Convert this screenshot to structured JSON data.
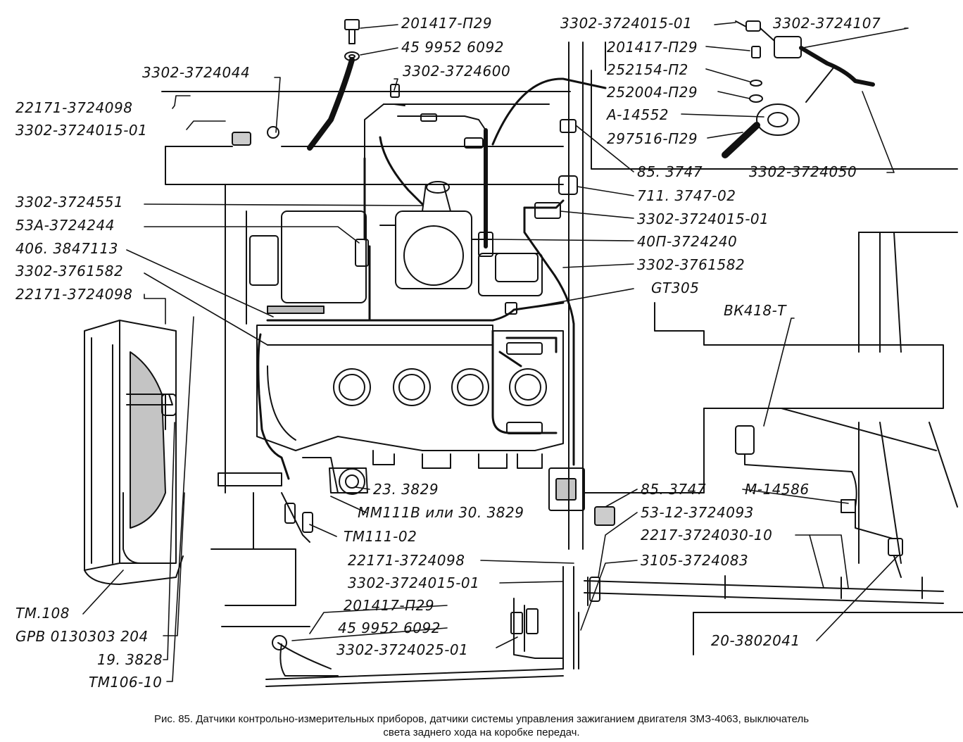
{
  "caption": {
    "line1": "Рис. 85. Датчики контрольно-измерительных приборов, датчики системы управления зажиганием двигателя ЗМЗ-4063, выключатель",
    "line2": "света заднего хода на коробке передач."
  },
  "labels": {
    "top_bolt": "201417-П29",
    "top_washer": "45 9952 6092",
    "plug_3302_3724015_01_top": "3302-3724015-01",
    "harness_3302_3724107": "3302-3724107",
    "bolt_201417_p29_right": "201417-П29",
    "washer_252154_p2": "252154-П2",
    "washer_252004_p29": "252004-П29",
    "sensor_a_14552": "А-14552",
    "part_297516_p29": "297516-П29",
    "part_3302_3724044": "3302-3724044",
    "part_3302_3724600": "3302-3724600",
    "harness_22171_3724098_top": "22171-3724098",
    "plug_3302_3724015_01_left": "3302-3724015-01",
    "relay_85_3747_top": "85. 3747",
    "relay_711_3747_02": "711. 3747-02",
    "part_3302_3724050": "3302-3724050",
    "part_3302_3724551": "3302-3724551",
    "part_53a_3724244": "53А-3724244",
    "part_406_3847113": "406. 3847113",
    "part_3302_3761582_left": "3302-3761582",
    "harness_22171_3724098_left": "22171-3724098",
    "plug_3302_3724015_01_mid": "3302-3724015-01",
    "part_40p_3724240": "40П-3724240",
    "part_3302_3761582_right": "3302-3761582",
    "sensor_gt305": "GT305",
    "switch_vk418_t": "ВК418-Т",
    "sensor_23_3829": "23. 3829",
    "sensor_mm111v": "ММ111В или 30. 3829",
    "sensor_tm111_02": "ТМ111-02",
    "relay_85_3747_bottom": "85. 3747",
    "part_m_14586": "М-14586",
    "part_53_12_3724093": "53-12-3724093",
    "part_2217_3724030_10": "2217-3724030-10",
    "harness_22171_3724098_bottom": "22171-3724098",
    "part_3105_3724083": "3105-3724083",
    "plug_3302_3724015_01_bottom": "3302-3724015-01",
    "bolt_201417_p29_bottom": "201417-П29",
    "washer_bottom": "45 9952 6092",
    "part_3302_3724025_01": "3302-3724025-01",
    "part_20_3802041": "20-3802041",
    "sensor_tm108": "ТМ.108",
    "sensor_gpb": "GPB 0130303 204",
    "sensor_19_3828": "19. 3828",
    "sensor_tm106_10": "ТМ106-10"
  }
}
